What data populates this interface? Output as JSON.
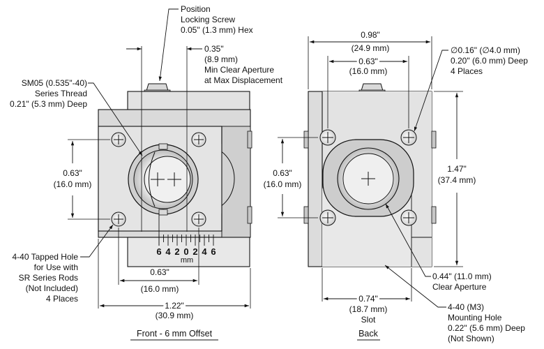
{
  "front_view": {
    "title": "Front - 6 mm Offset",
    "callouts": {
      "locking_screw": [
        "Position",
        "Locking Screw",
        "0.05\" (1.3 mm) Hex"
      ],
      "clear_aperture_disp": [
        "0.35\"",
        "(8.9 mm)",
        "Min Clear Aperture",
        "at Max Displacement"
      ],
      "thread": [
        "SM05 (0.535\"-40)",
        "Series Thread",
        "0.21\" (5.3 mm) Deep"
      ],
      "tapped_hole": [
        "4-40 Tapped Hole",
        "for Use with",
        "SR Series Rods",
        "(Not Included)",
        "4 Places"
      ]
    },
    "dims": {
      "vertical_hole_spacing": [
        "0.63\"",
        "(16.0 mm)"
      ],
      "horizontal_hole_spacing": [
        "0.63\"",
        "(16.0 mm)"
      ],
      "overall_width": [
        "1.22\"",
        "(30.9 mm)"
      ]
    },
    "scale": {
      "numbers": [
        "6",
        "4",
        "2",
        "0",
        "2",
        "4",
        "6"
      ],
      "unit": "mm"
    }
  },
  "back_view": {
    "title": "Back",
    "callouts": {
      "mount_holes": [
        "∅0.16\" (∅4.0 mm)",
        "0.20\" (6.0 mm) Deep",
        "4 Places"
      ],
      "clear_aperture": [
        "0.44\" (11.0 mm)",
        "Clear Aperture"
      ],
      "mounting_hole": [
        "4-40 (M3)",
        "Mounting Hole",
        "0.22\" (5.6 mm) Deep",
        "(Not Shown)"
      ]
    },
    "dims": {
      "overall_width": [
        "0.98\"",
        "(24.9 mm)"
      ],
      "hole_spacing_top": [
        "0.63\"",
        "(16.0 mm)"
      ],
      "vertical_hole_spacing": [
        "0.63\"",
        "(16.0 mm)"
      ],
      "overall_height": [
        "1.47\"",
        "(37.4 mm)"
      ],
      "slot": [
        "0.74\"",
        "(18.7 mm)",
        "Slot"
      ]
    }
  }
}
